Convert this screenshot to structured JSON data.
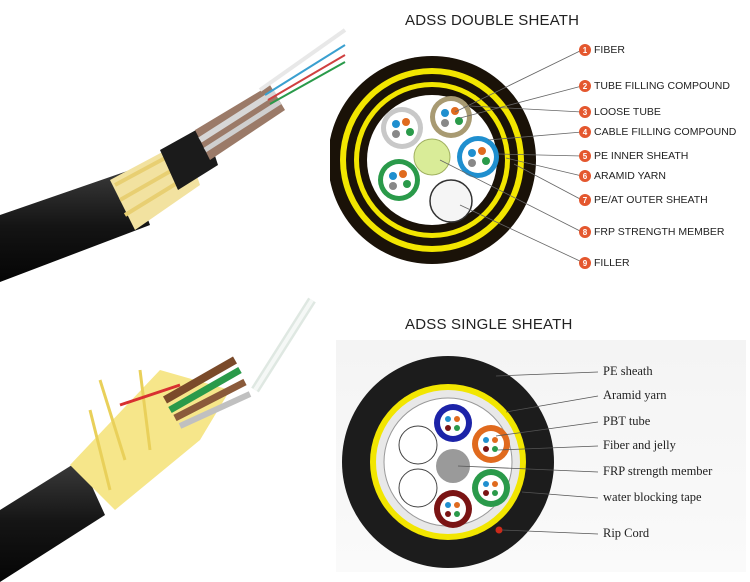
{
  "double": {
    "title": "ADSS DOUBLE SHEATH",
    "legend": [
      {
        "n": "1",
        "label": "FIBER"
      },
      {
        "n": "2",
        "label": "TUBE FILLING COMPOUND"
      },
      {
        "n": "3",
        "label": "LOOSE TUBE"
      },
      {
        "n": "4",
        "label": "CABLE FILLING COMPOUND"
      },
      {
        "n": "5",
        "label": "PE INNER SHEATH"
      },
      {
        "n": "6",
        "label": "ARAMID YARN"
      },
      {
        "n": "7",
        "label": "PE/AT OUTER SHEATH"
      },
      {
        "n": "8",
        "label": "FRP STRENGTH MEMBER"
      },
      {
        "n": "9",
        "label": "FILLER"
      }
    ]
  },
  "single": {
    "title": "ADSS SINGLE SHEATH",
    "labels": [
      "PE sheath",
      "Aramid yarn",
      "PBT tube",
      "Fiber and jelly",
      "FRP strength member",
      "water blocking tape",
      "Rip Cord"
    ]
  },
  "colors": {
    "accent": "#e4572e",
    "sheath": "#1a1a1a",
    "aramid": "#f2e600",
    "tube_blue": "#1f8fcf",
    "tube_green": "#2a9a4a",
    "tube_orange": "#e06a1e",
    "tube_navy": "#1c23a8",
    "tube_maroon": "#7a1414",
    "frp": "#d9ec98"
  }
}
